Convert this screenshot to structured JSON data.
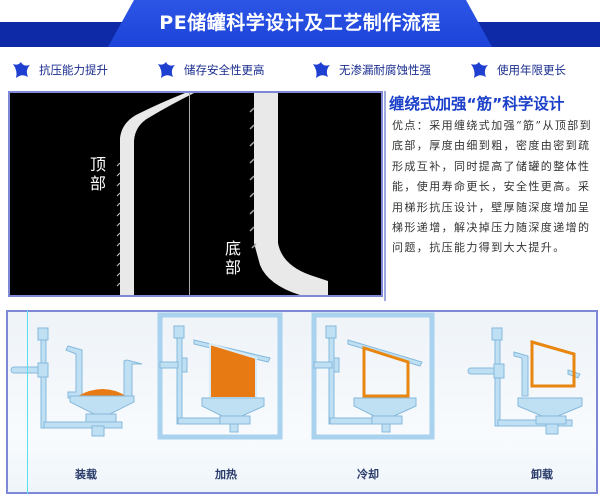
{
  "header": {
    "title": "PE储罐科学设计及工艺制作流程"
  },
  "features": [
    {
      "icon": "blue-splat-star-icon",
      "label": "抗压能力提升"
    },
    {
      "icon": "blue-splat-star-icon",
      "label": "储存安全性更高"
    },
    {
      "icon": "blue-splat-star-icon",
      "label": "无渗漏耐腐蚀性强"
    },
    {
      "icon": "blue-splat-star-icon",
      "label": "使用年限更长"
    }
  ],
  "photo": {
    "left_label": "顶部",
    "right_label": "底部"
  },
  "section": {
    "heading": "缠绕式加强“筋”科学设计",
    "description": "优点：采用缠绕式加强“筋”从顶部到底部，厚度由细到粗，密度由密到疏形成互补，同时提高了储罐的整体性能，使用寿命更长，安全性更高。采用梯形抗压设计，壁厚随深度增加呈梯形递增，解决掉压力随深度递增的问题，抗压能力得到大大提升。"
  },
  "process": {
    "steps": [
      {
        "label": "装载"
      },
      {
        "label": "加热"
      },
      {
        "label": "冷却"
      },
      {
        "label": "卸载"
      }
    ]
  },
  "colors": {
    "banner_dark": "#0f2aa6",
    "banner_light": "#2c55e6",
    "accent_blue": "#1a3fc9",
    "frame_blue": "#bcdcf2",
    "material_orange": "#e87a14",
    "border": "#7f88d6"
  }
}
